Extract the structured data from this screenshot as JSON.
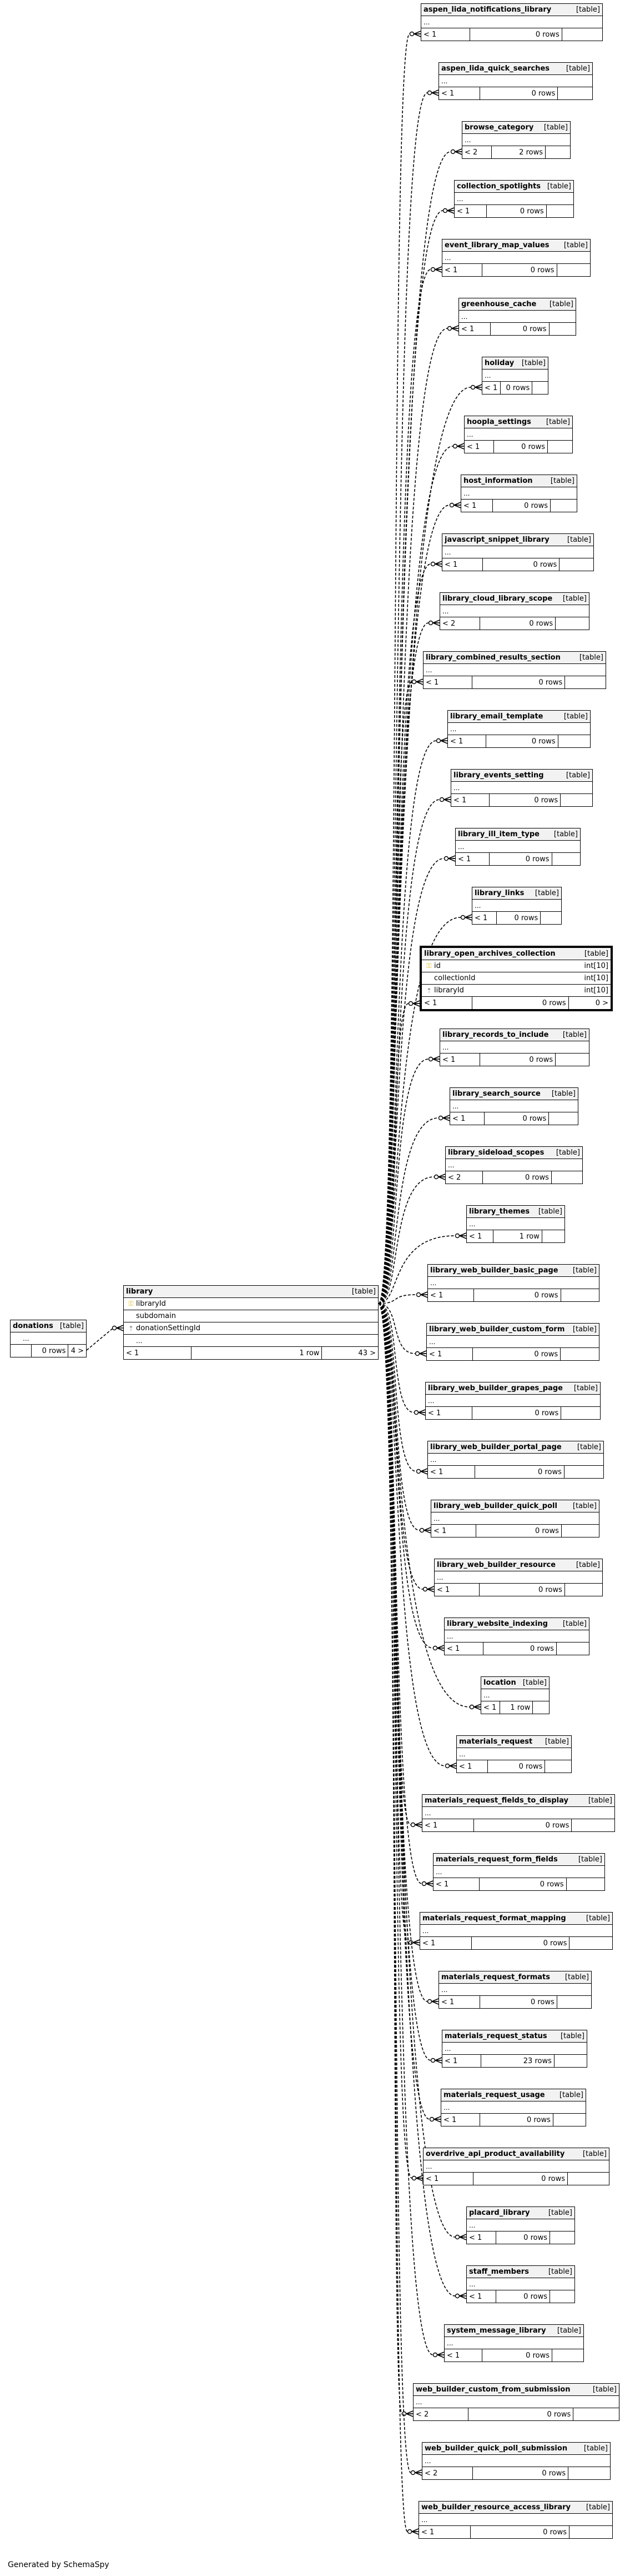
{
  "center_table": {
    "name": "library",
    "tag": "[table]",
    "columns": [
      {
        "name": "libraryId",
        "type": "",
        "icon": "primary-key-icon"
      },
      {
        "name": "subdomain",
        "type": "",
        "icon": ""
      },
      {
        "name": "donationSettingId",
        "type": "",
        "icon": "foreign-key-icon"
      },
      {
        "name": "...",
        "type": "",
        "icon": ""
      }
    ],
    "footer": [
      "< 1",
      "1 row",
      "43 >"
    ]
  },
  "parent_table": {
    "name": "donations",
    "tag": "[table]",
    "columns": [
      {
        "name": "...",
        "type": "",
        "icon": ""
      }
    ],
    "footer": [
      "",
      "0 rows",
      "4 >"
    ]
  },
  "child_tables": [
    {
      "name": "aspen_lida_notifications_library",
      "tag": "[table]",
      "footer": [
        "< 1",
        "0 rows"
      ]
    },
    {
      "name": "aspen_lida_quick_searches",
      "tag": "[table]",
      "footer": [
        "< 1",
        "0 rows"
      ]
    },
    {
      "name": "browse_category",
      "tag": "[table]",
      "footer": [
        "< 2",
        "2 rows"
      ]
    },
    {
      "name": "collection_spotlights",
      "tag": "[table]",
      "footer": [
        "< 1",
        "0 rows"
      ]
    },
    {
      "name": "event_library_map_values",
      "tag": "[table]",
      "footer": [
        "< 1",
        "0 rows"
      ]
    },
    {
      "name": "greenhouse_cache",
      "tag": "[table]",
      "footer": [
        "< 1",
        "0 rows"
      ]
    },
    {
      "name": "holiday",
      "tag": "[table]",
      "footer": [
        "< 1",
        "0 rows"
      ]
    },
    {
      "name": "hoopla_settings",
      "tag": "[table]",
      "footer": [
        "< 1",
        "0 rows"
      ]
    },
    {
      "name": "host_information",
      "tag": "[table]",
      "footer": [
        "< 1",
        "0 rows"
      ]
    },
    {
      "name": "javascript_snippet_library",
      "tag": "[table]",
      "footer": [
        "< 1",
        "0 rows"
      ]
    },
    {
      "name": "library_cloud_library_scope",
      "tag": "[table]",
      "footer": [
        "< 2",
        "0 rows"
      ]
    },
    {
      "name": "library_combined_results_section",
      "tag": "[table]",
      "footer": [
        "< 1",
        "0 rows"
      ]
    },
    {
      "name": "library_email_template",
      "tag": "[table]",
      "footer": [
        "< 1",
        "0 rows"
      ]
    },
    {
      "name": "library_events_setting",
      "tag": "[table]",
      "footer": [
        "< 1",
        "0 rows"
      ]
    },
    {
      "name": "library_ill_item_type",
      "tag": "[table]",
      "footer": [
        "< 1",
        "0 rows"
      ]
    },
    {
      "name": "library_links",
      "tag": "[table]",
      "footer": [
        "< 1",
        "0 rows"
      ]
    },
    {
      "name": "library_open_archives_collection",
      "tag": "[table]",
      "focus": true,
      "columns": [
        {
          "name": "id",
          "type": "int[10]",
          "icon": "primary-key-icon"
        },
        {
          "name": "collectionId",
          "type": "int[10]",
          "icon": ""
        },
        {
          "name": "libraryId",
          "type": "int[10]",
          "icon": "foreign-key-icon"
        }
      ],
      "footer": [
        "< 1",
        "0 rows",
        "0 >"
      ]
    },
    {
      "name": "library_records_to_include",
      "tag": "[table]",
      "footer": [
        "< 1",
        "0 rows"
      ]
    },
    {
      "name": "library_search_source",
      "tag": "[table]",
      "footer": [
        "< 1",
        "0 rows"
      ]
    },
    {
      "name": "library_sideload_scopes",
      "tag": "[table]",
      "footer": [
        "< 2",
        "0 rows"
      ]
    },
    {
      "name": "library_themes",
      "tag": "[table]",
      "footer": [
        "< 1",
        "1 row"
      ]
    },
    {
      "name": "library_web_builder_basic_page",
      "tag": "[table]",
      "footer": [
        "< 1",
        "0 rows"
      ]
    },
    {
      "name": "library_web_builder_custom_form",
      "tag": "[table]",
      "footer": [
        "< 1",
        "0 rows"
      ]
    },
    {
      "name": "library_web_builder_grapes_page",
      "tag": "[table]",
      "footer": [
        "< 1",
        "0 rows"
      ]
    },
    {
      "name": "library_web_builder_portal_page",
      "tag": "[table]",
      "footer": [
        "< 1",
        "0 rows"
      ]
    },
    {
      "name": "library_web_builder_quick_poll",
      "tag": "[table]",
      "footer": [
        "< 1",
        "0 rows"
      ]
    },
    {
      "name": "library_web_builder_resource",
      "tag": "[table]",
      "footer": [
        "< 1",
        "0 rows"
      ]
    },
    {
      "name": "library_website_indexing",
      "tag": "[table]",
      "footer": [
        "< 1",
        "0 rows"
      ]
    },
    {
      "name": "location",
      "tag": "[table]",
      "footer": [
        "< 1",
        "1 row"
      ]
    },
    {
      "name": "materials_request",
      "tag": "[table]",
      "footer": [
        "< 1",
        "0 rows"
      ]
    },
    {
      "name": "materials_request_fields_to_display",
      "tag": "[table]",
      "footer": [
        "< 1",
        "0 rows"
      ]
    },
    {
      "name": "materials_request_form_fields",
      "tag": "[table]",
      "footer": [
        "< 1",
        "0 rows"
      ]
    },
    {
      "name": "materials_request_format_mapping",
      "tag": "[table]",
      "footer": [
        "< 1",
        "0 rows"
      ]
    },
    {
      "name": "materials_request_formats",
      "tag": "[table]",
      "footer": [
        "< 1",
        "0 rows"
      ]
    },
    {
      "name": "materials_request_status",
      "tag": "[table]",
      "footer": [
        "< 1",
        "23 rows"
      ]
    },
    {
      "name": "materials_request_usage",
      "tag": "[table]",
      "footer": [
        "< 1",
        "0 rows"
      ]
    },
    {
      "name": "overdrive_api_product_availability",
      "tag": "[table]",
      "footer": [
        "< 1",
        "0 rows"
      ]
    },
    {
      "name": "placard_library",
      "tag": "[table]",
      "footer": [
        "< 1",
        "0 rows"
      ]
    },
    {
      "name": "staff_members",
      "tag": "[table]",
      "footer": [
        "< 1",
        "0 rows"
      ]
    },
    {
      "name": "system_message_library",
      "tag": "[table]",
      "footer": [
        "< 1",
        "0 rows"
      ]
    },
    {
      "name": "web_builder_custom_from_submission",
      "tag": "[table]",
      "footer": [
        "< 2",
        "0 rows"
      ]
    },
    {
      "name": "web_builder_quick_poll_submission",
      "tag": "[table]",
      "footer": [
        "< 2",
        "0 rows"
      ]
    },
    {
      "name": "web_builder_resource_access_library",
      "tag": "[table]",
      "footer": [
        "< 1",
        "0 rows"
      ]
    }
  ],
  "footer_text": "Generated by SchemaSpy"
}
